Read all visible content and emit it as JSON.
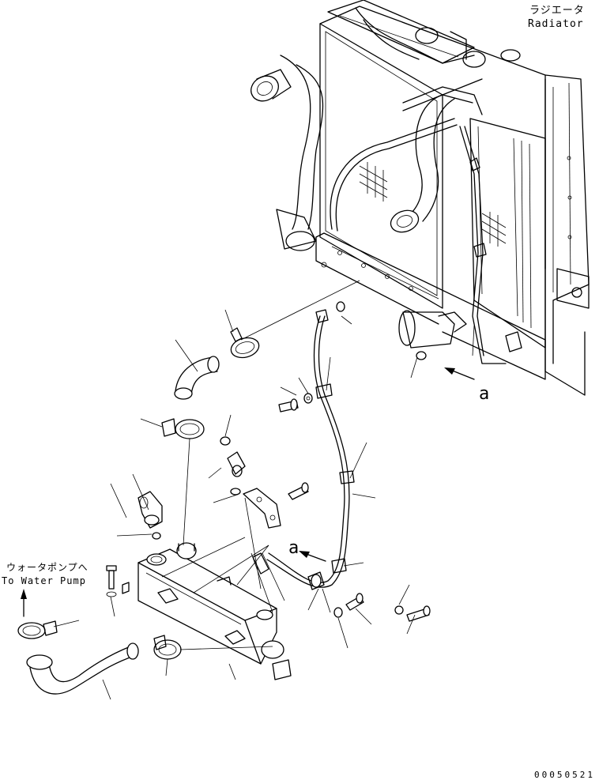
{
  "labels": {
    "radiator_jp": "ラジエータ",
    "radiator_en": "Radiator",
    "water_pump_jp": "ウォータポンプへ",
    "water_pump_en": "To Water Pump",
    "view_a_upper": "a",
    "view_a_lower": "a",
    "drawing_code": "00050521"
  }
}
